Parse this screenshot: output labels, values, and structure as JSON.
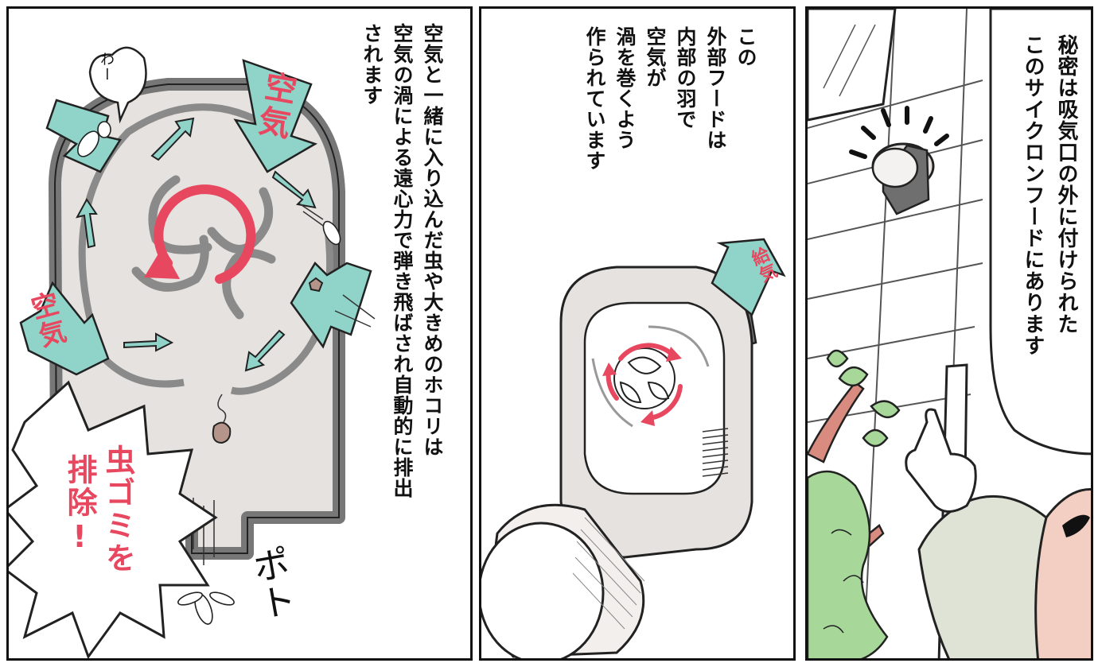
{
  "panels": {
    "left": {
      "narration": [
        "空気と一緒に入り込んだ虫や大きめのホコリは",
        "空気の渦による遠心力で弾き飛ばされ自動的に排出",
        "されます"
      ],
      "label_top": "空気",
      "label_left": "空気",
      "bubble": "わー",
      "burst": [
        "虫ゴミを",
        "排除!"
      ],
      "sfx": "ポト"
    },
    "middle": {
      "narration": [
        "この",
        "外部フードは",
        "内部の羽で",
        "空気が",
        "渦を巻くよう",
        "作られています"
      ],
      "label": "給気"
    },
    "right": {
      "speech": [
        "秘密は吸気口の外に付けられた",
        "このサイクロンフードにあります"
      ]
    }
  },
  "colors": {
    "mint": "#8fd3c9",
    "red": "#e8485f",
    "gray": "#8a8a8a",
    "hood": "#e6e2df",
    "leaf": "#a8d79a"
  }
}
